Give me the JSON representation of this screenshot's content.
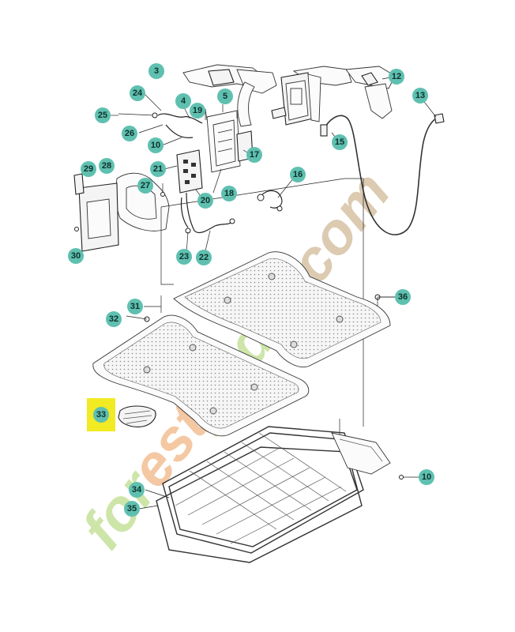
{
  "diagram": {
    "callouts": [
      "3",
      "4",
      "5",
      "10",
      "12",
      "13",
      "15",
      "16",
      "17",
      "18",
      "19",
      "20",
      "21",
      "22",
      "23",
      "24",
      "25",
      "26",
      "27",
      "28",
      "29",
      "30",
      "31",
      "32",
      "33",
      "34",
      "35",
      "36",
      "10"
    ],
    "highlighted_callout": "33"
  },
  "watermark": {
    "text": "forestjardin.com"
  },
  "colors": {
    "callout_fill": "#5fc0b0",
    "highlight_fill": "#f2ea22",
    "watermark_green": "#c9e3a0",
    "watermark_orange": "#f3c39a",
    "watermark_tan": "#d9c6a9"
  }
}
